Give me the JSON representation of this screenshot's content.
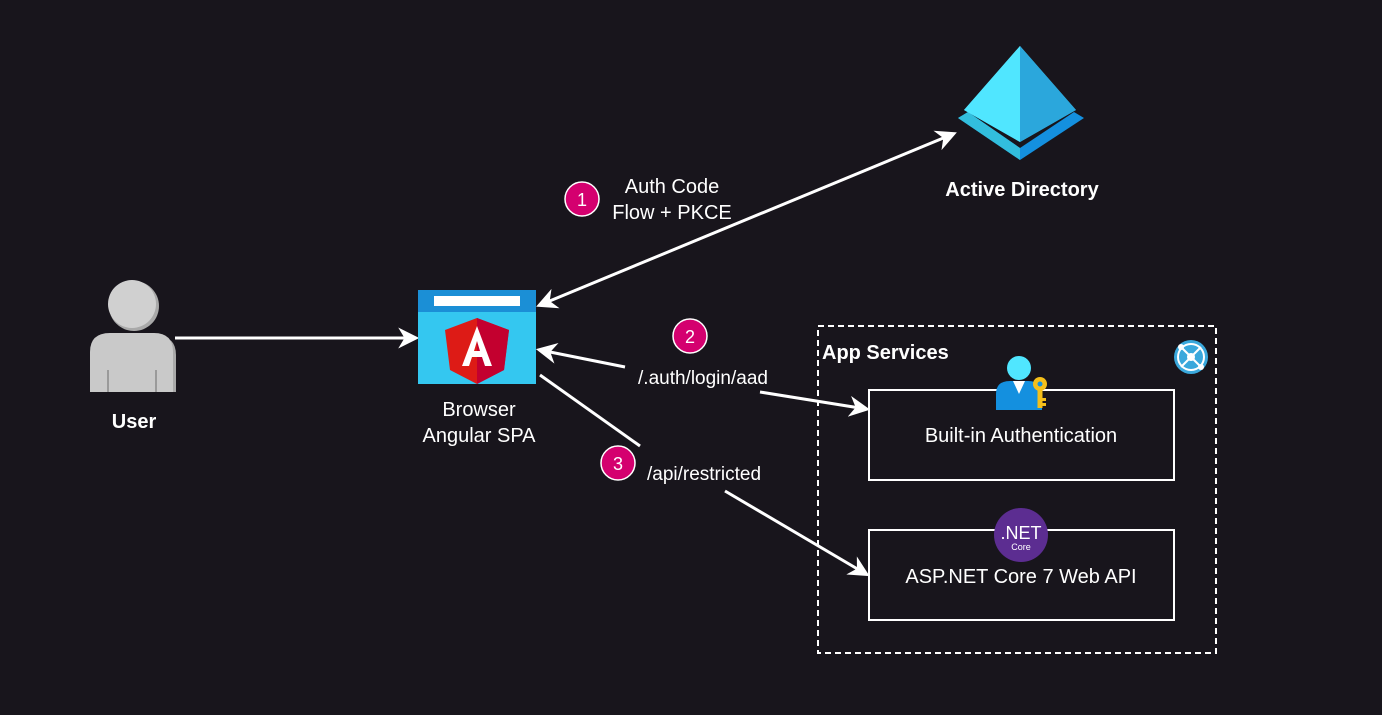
{
  "colors": {
    "background": "#18151c",
    "line": "#ffffff",
    "step_badge": "#d4006f",
    "azure_light": "#50e6ff",
    "azure_mid": "#32bedd",
    "azure_dark": "#1490df",
    "angular_red": "#dd1b16",
    "angular_dark": "#c3002f",
    "dotnet_purple": "#5c2d91",
    "person_grey": "#c8c8c8",
    "key_yellow": "#f4bf1a"
  },
  "nodes": {
    "user": {
      "label": "User",
      "icon": "user-person-icon"
    },
    "browser": {
      "label_line1": "Browser",
      "label_line2": "Angular SPA",
      "icon": "angular-browser-icon"
    },
    "active_directory": {
      "label": "Active Directory",
      "icon": "azure-active-directory-icon"
    },
    "app_services": {
      "label": "App Services",
      "icon": "app-services-globe-icon"
    },
    "builtin_auth": {
      "label": "Built-in Authentication",
      "icon": "user-key-icon"
    },
    "web_api": {
      "label": "ASP.NET Core 7 Web API",
      "icon": "dotnet-core-icon"
    }
  },
  "dotnet_badge": {
    "line1": ".NET",
    "line2": "Core"
  },
  "steps": [
    {
      "number": "1",
      "line1": "Auth Code",
      "line2": "Flow + PKCE"
    },
    {
      "number": "2",
      "label": "/.auth/login/aad"
    },
    {
      "number": "3",
      "label": "/api/restricted"
    }
  ]
}
